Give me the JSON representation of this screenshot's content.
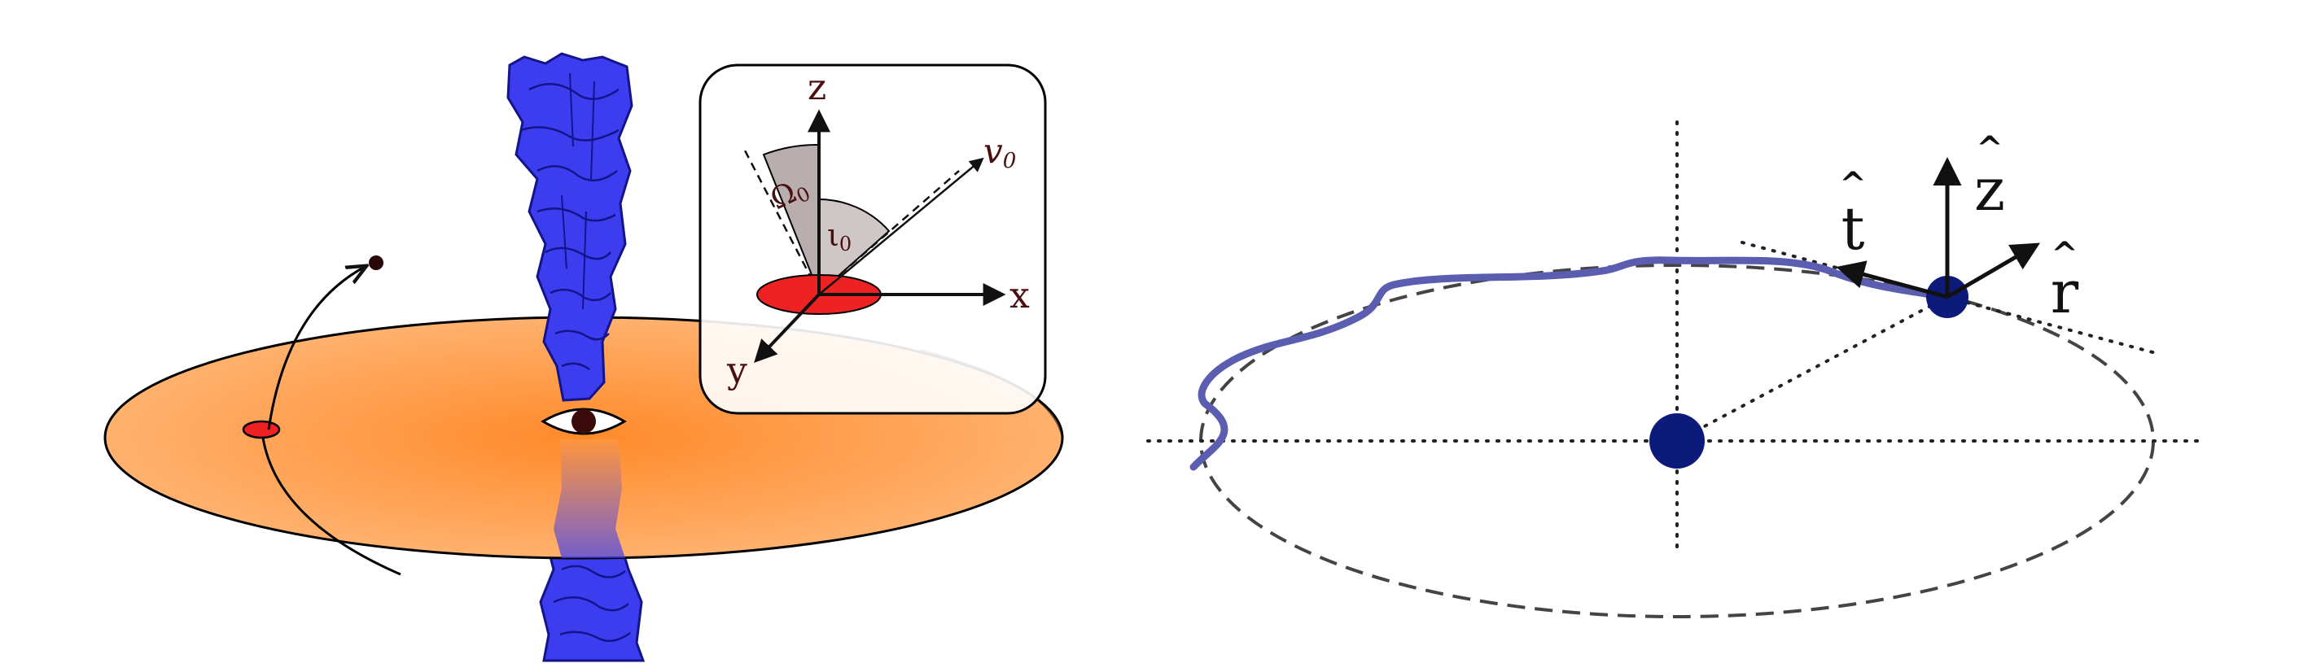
{
  "colors": {
    "disk_center": "#ff8a2a",
    "disk_edge": "#ffb575",
    "jet": "#3d3df0",
    "jet_dark": "#14148a",
    "red_marker": "#ee2222",
    "trajectory": "#5a5db0",
    "node": "#0c1a7a",
    "label": "#4a1010",
    "axis": "#111111",
    "dashed": "#444444"
  },
  "inset": {
    "axis_labels": {
      "z": "z",
      "x": "x",
      "y": "y"
    },
    "vector_label": "v",
    "vector_subscript": "0",
    "angle_omega": "Ω",
    "angle_omega_subscript": "0",
    "angle_iota": "ι",
    "angle_iota_subscript": "0"
  },
  "right_diagram": {
    "unit_vectors": {
      "t": "t",
      "z": "z",
      "r": "r"
    },
    "hat_symbol": "^"
  }
}
